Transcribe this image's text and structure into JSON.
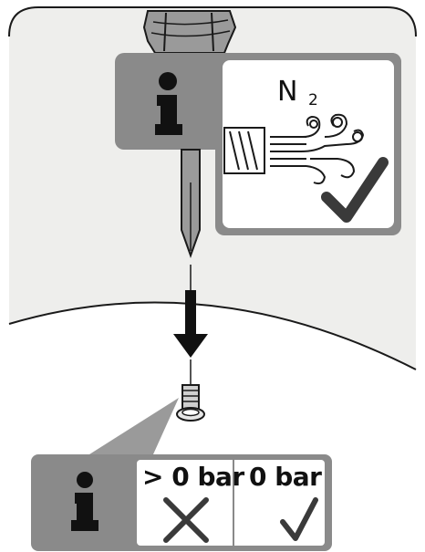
{
  "top_info_panel": {
    "icon": "info-icon",
    "gas_label": "N",
    "gas_subscript": "2",
    "status_icon": "checkmark-icon"
  },
  "bottom_info_panel": {
    "icon": "info-icon",
    "options": [
      {
        "label": "> 0 bar",
        "status_icon": "cross-icon"
      },
      {
        "label": "0 bar",
        "status_icon": "checkmark-icon"
      }
    ]
  },
  "colors": {
    "panel_gray": "#8a8a8a",
    "background_gray": "#eeeeec",
    "line": "#1a1a1a"
  }
}
